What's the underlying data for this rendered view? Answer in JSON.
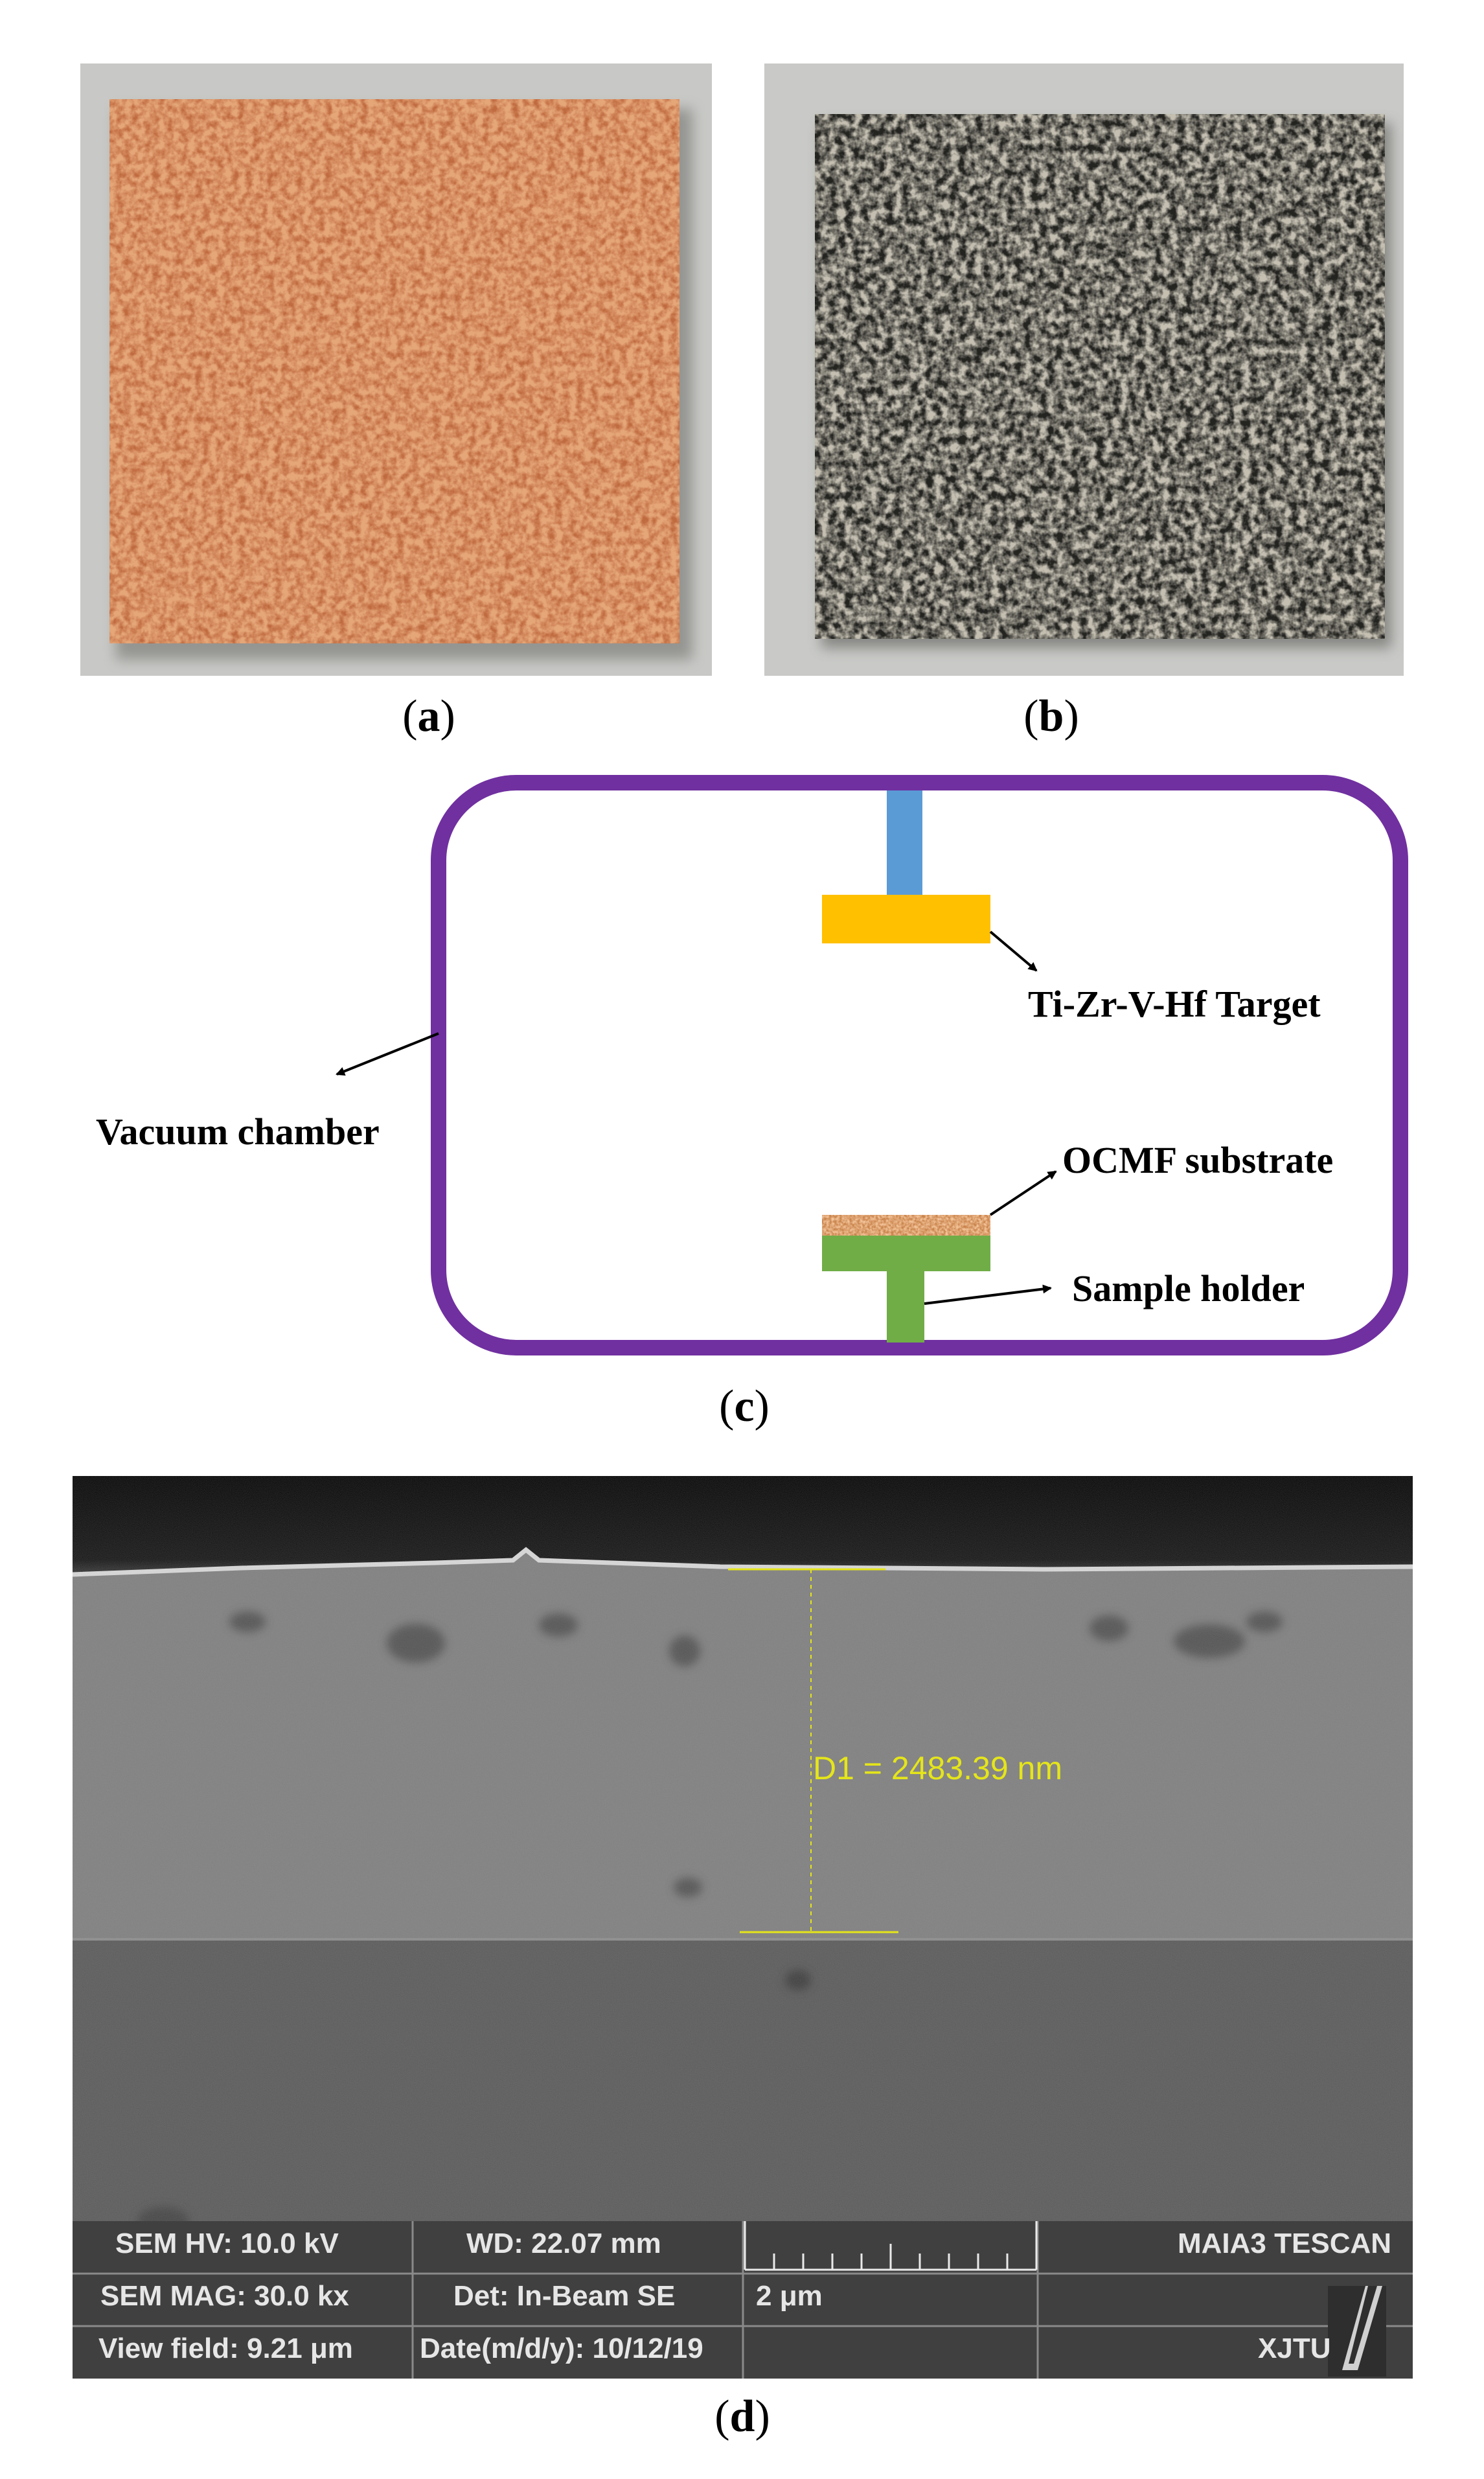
{
  "panels": {
    "a": {
      "caption_open": "(",
      "caption_letter": "a",
      "caption_close": ")"
    },
    "b": {
      "caption_open": "(",
      "caption_letter": "b",
      "caption_close": ")"
    },
    "c": {
      "caption_open": "(",
      "caption_letter": "c",
      "caption_close": ")"
    },
    "d": {
      "caption_open": "(",
      "caption_letter": "d",
      "caption_close": ")"
    }
  },
  "diagram": {
    "target_label": "Ti-Zr-V-Hf Target",
    "chamber_label": "Vacuum chamber",
    "substrate_label": "OCMF substrate",
    "holder_label": "Sample holder",
    "colors": {
      "chamber_border": "#7030a0",
      "target": "#ffc000",
      "target_rod": "#5b9bd5",
      "holder": "#70ad47",
      "substrate": "#c8824a"
    }
  },
  "sem": {
    "measurement": "D1 = 2483.39 nm",
    "hv": "SEM HV: 10.0 kV",
    "wd": "WD: 22.07 mm",
    "mag": "SEM MAG: 30.0 kx",
    "det": "Det: In-Beam SE",
    "scale": "2 μm",
    "view_field": "View field: 9.21 μm",
    "date": "Date(m/d/y): 10/12/19",
    "brand": "MAIA3 TESCAN",
    "institution": "XJTU",
    "measure_color": "#e5e51a"
  }
}
